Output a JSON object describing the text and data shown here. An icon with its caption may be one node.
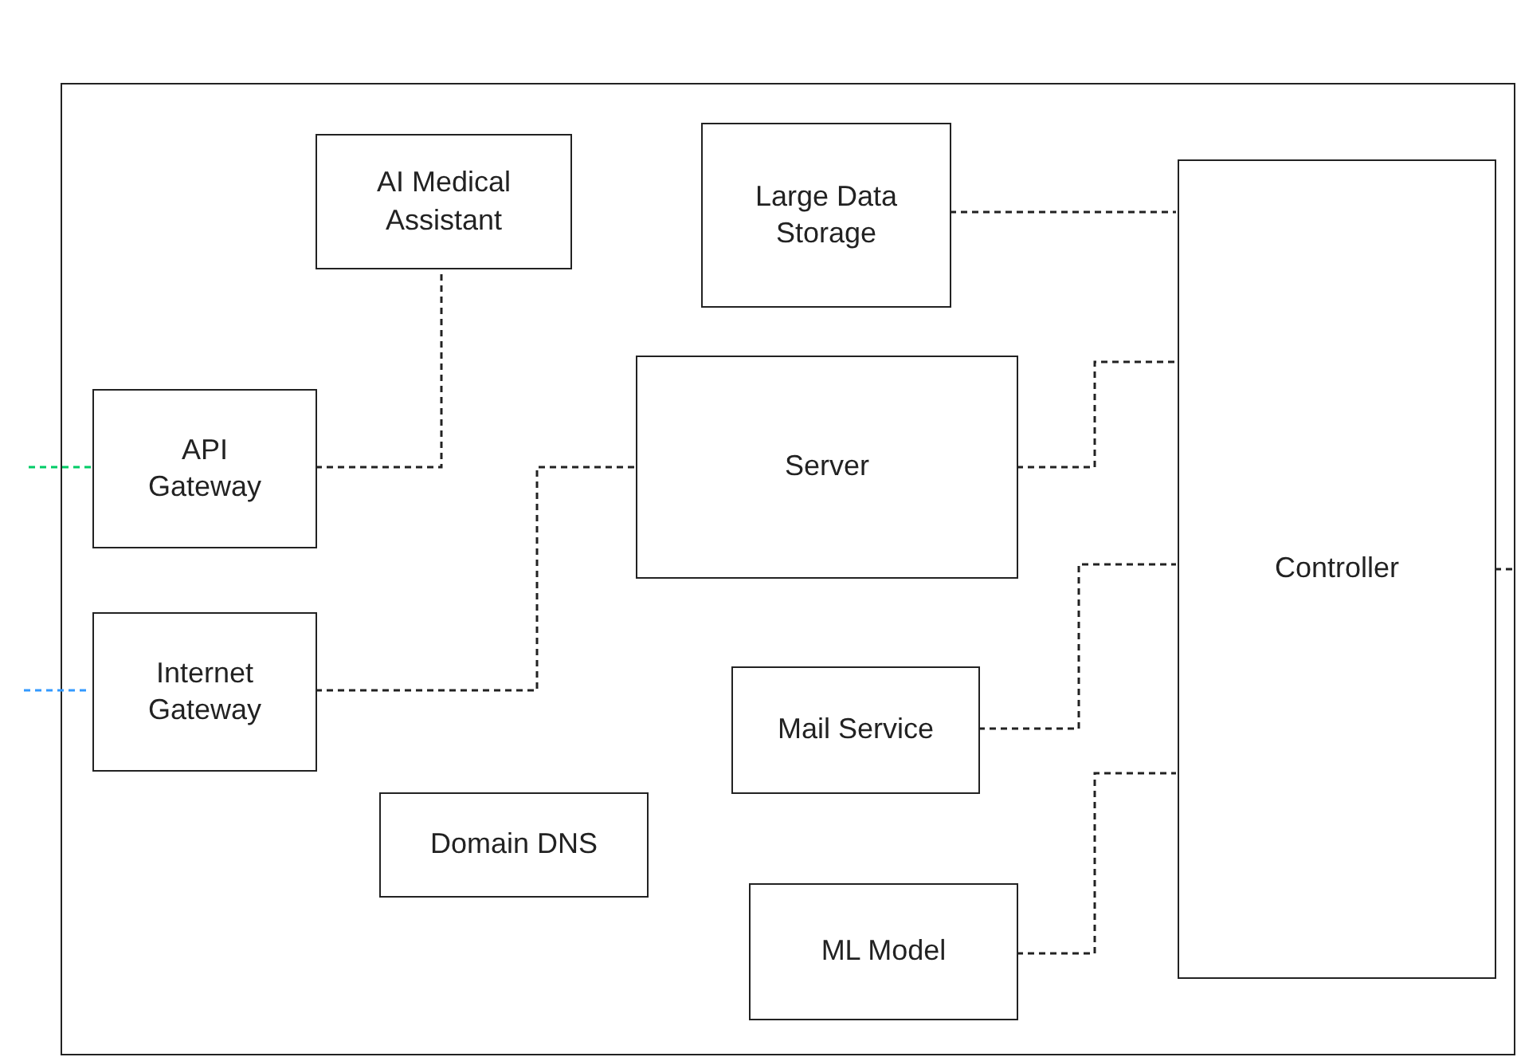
{
  "diagram": {
    "nodes": [
      {
        "text": [],
        "shape": "box"
      },
      {
        "text": [
          "AI Medical Assistant"
        ],
        "in": 0
      },
      {
        "text": [
          "Large Data Storage"
        ],
        "in": 0
      },
      {
        "text": [
          "Controller"
        ],
        "in": 0
      },
      {
        "text": [
          "API Gateway"
        ],
        "in": 0
      },
      {
        "text": [
          "Server"
        ],
        "in": 0
      },
      {
        "text": [
          "Internet Gateway"
        ],
        "in": 0
      },
      {
        "text": [
          "Mail Service"
        ],
        "in": 0
      },
      {
        "text": [
          "Domain DNS"
        ],
        "in": 0
      },
      {
        "text": [
          "ML Model"
        ],
        "in": 0
      }
    ],
    "edges": [
      {
        "from": 4,
        "to": 1,
        "arrow": "none",
        "style": "dashed"
      },
      {
        "from": 6,
        "to": 5,
        "arrow": "none",
        "style": "dashed"
      },
      {
        "from": 2,
        "to": 3,
        "arrow": "none",
        "style": "dashed"
      },
      {
        "from": 5,
        "to": 3,
        "arrow": "none",
        "style": "dashed"
      },
      {
        "from": 7,
        "to": 3,
        "arrow": "none",
        "style": "dashed"
      },
      {
        "from": 9,
        "to": 3,
        "arrow": "none",
        "style": "dashed"
      },
      {
        "from": null,
        "to": 4,
        "arrow": "none",
        "style": "dashed",
        "color": "#00cc66"
      },
      {
        "from": null,
        "to": 6,
        "arrow": "none",
        "style": "dashed",
        "color": "#3399ff"
      },
      {
        "from": 3,
        "to": null,
        "arrow": "none",
        "style": "dashed"
      }
    ]
  }
}
